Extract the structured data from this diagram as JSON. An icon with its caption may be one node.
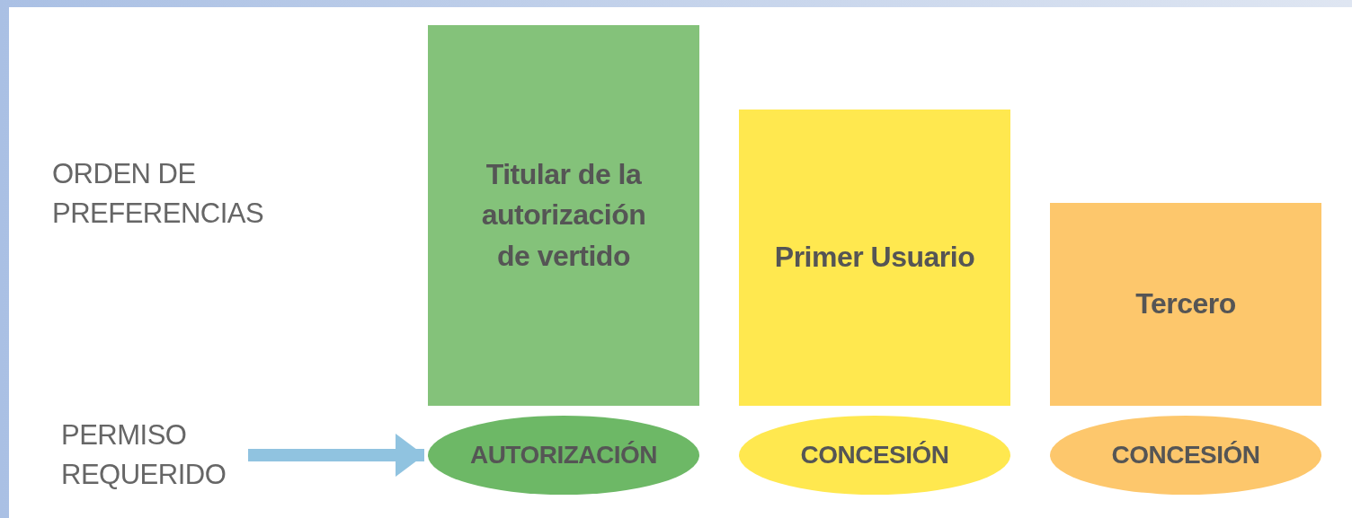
{
  "diagram": {
    "nodes": [
      {
        "text": [
          "Titular de la autorización de vertido"
        ]
      },
      {
        "text": [
          "Primer Usuario"
        ]
      },
      {
        "text": [
          "Tercero"
        ]
      },
      {
        "text": [
          "PERMISO REQUERIDO"
        ]
      },
      {
        "text": [
          "AUTORIZACIÓN"
        ]
      },
      {
        "text": [
          "CONCESIÓN"
        ]
      },
      {
        "text": [
          "CONCESIÓN"
        ]
      }
    ],
    "edges": [
      {
        "from": 3,
        "to": 4,
        "arrow": "to"
      }
    ],
    "labels": [
      "ORDEN DE PREFERENCIAS"
    ]
  }
}
